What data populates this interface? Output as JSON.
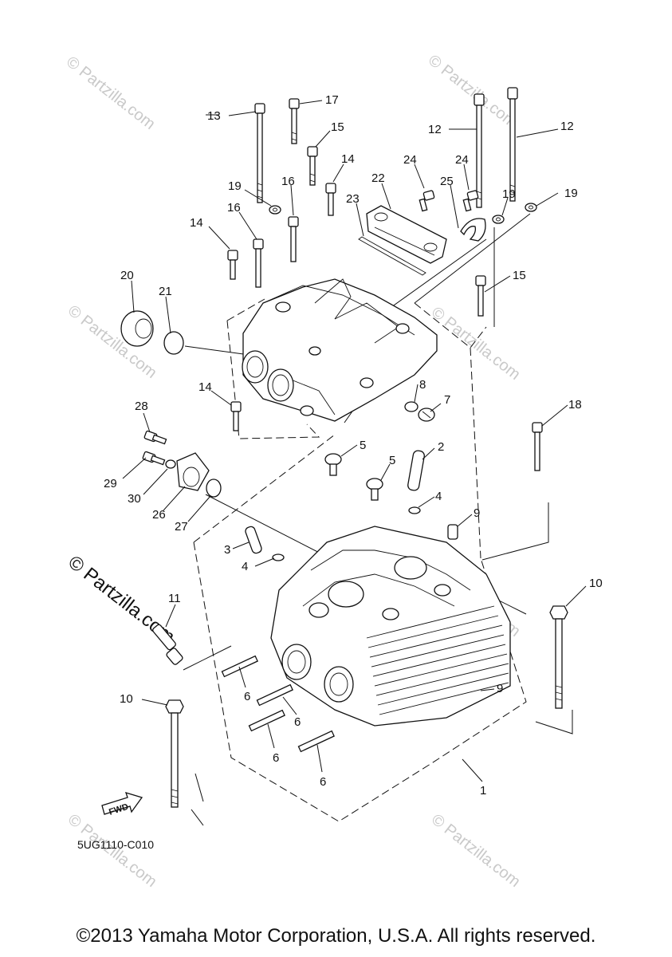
{
  "diagram": {
    "callouts": [
      "1",
      "2",
      "3",
      "4",
      "4",
      "5",
      "5",
      "6",
      "6",
      "6",
      "6",
      "7",
      "8",
      "9",
      "9",
      "10",
      "10",
      "11",
      "12",
      "12",
      "13",
      "14",
      "14",
      "14",
      "15",
      "15",
      "16",
      "16",
      "17",
      "18",
      "19",
      "19",
      "19",
      "20",
      "21",
      "22",
      "23",
      "24",
      "24",
      "25",
      "26",
      "27",
      "28",
      "29",
      "30"
    ],
    "drawing_code": "5UG1110-C010",
    "fwd_label": "FWD",
    "watermark": "© Partzilla.com",
    "watermark_large": "© Partzilla.com"
  },
  "footer": {
    "copyright": "©2013 Yamaha Motor Corporation, U.S.A. All rights reserved."
  }
}
